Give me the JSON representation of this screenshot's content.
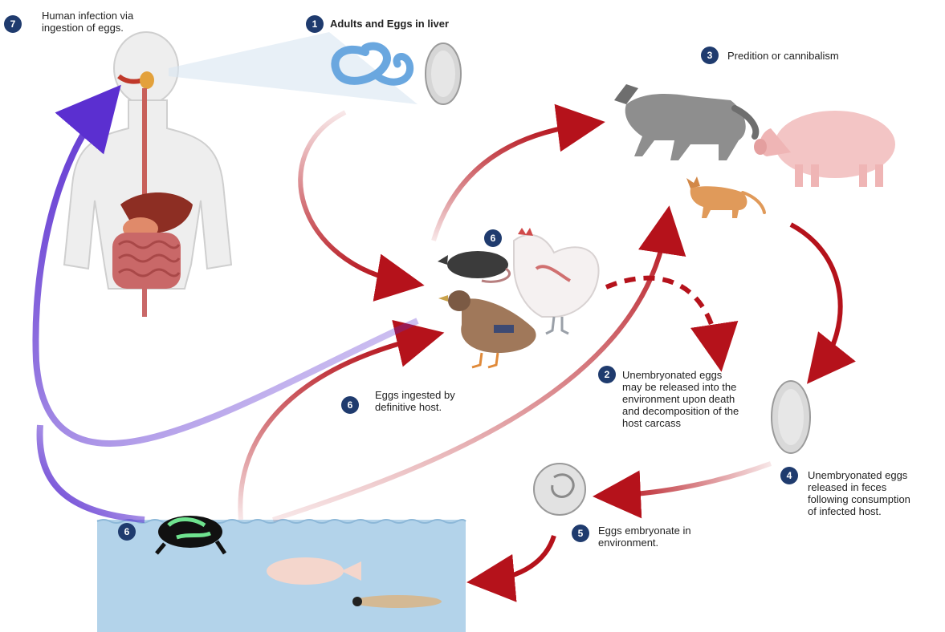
{
  "steps": {
    "s1": {
      "num": "1",
      "text": "Adults and Eggs in liver"
    },
    "s2": {
      "num": "2",
      "line1": "Unembryonated eggs",
      "line2": "may be released into the",
      "line3": "environment upon death",
      "line4": "and decomposition of the",
      "line5": "host carcass"
    },
    "s3": {
      "num": "3",
      "text": "Predition or cannibalism"
    },
    "s4": {
      "num": "4",
      "line1": "Unembryonated eggs",
      "line2": "released in feces",
      "line3": "following consumption",
      "line4": "of infected host."
    },
    "s5": {
      "num": "5",
      "line1": "Eggs embryonate in",
      "line2": "environment."
    },
    "s6_text": {
      "num": "6",
      "line1": "Eggs ingested by",
      "line2": "definitive host."
    },
    "s6_hosts": {
      "num": "6"
    },
    "s6_water": {
      "num": "6"
    },
    "s7": {
      "num": "7",
      "line1": "Human infection via",
      "line2": "ingestion of eggs."
    }
  },
  "colors": {
    "badge": "#1f3b6e",
    "red_arrow": "#b5121b",
    "purple_arrow": "#5b2fd0",
    "water": "#b3d3ea"
  }
}
